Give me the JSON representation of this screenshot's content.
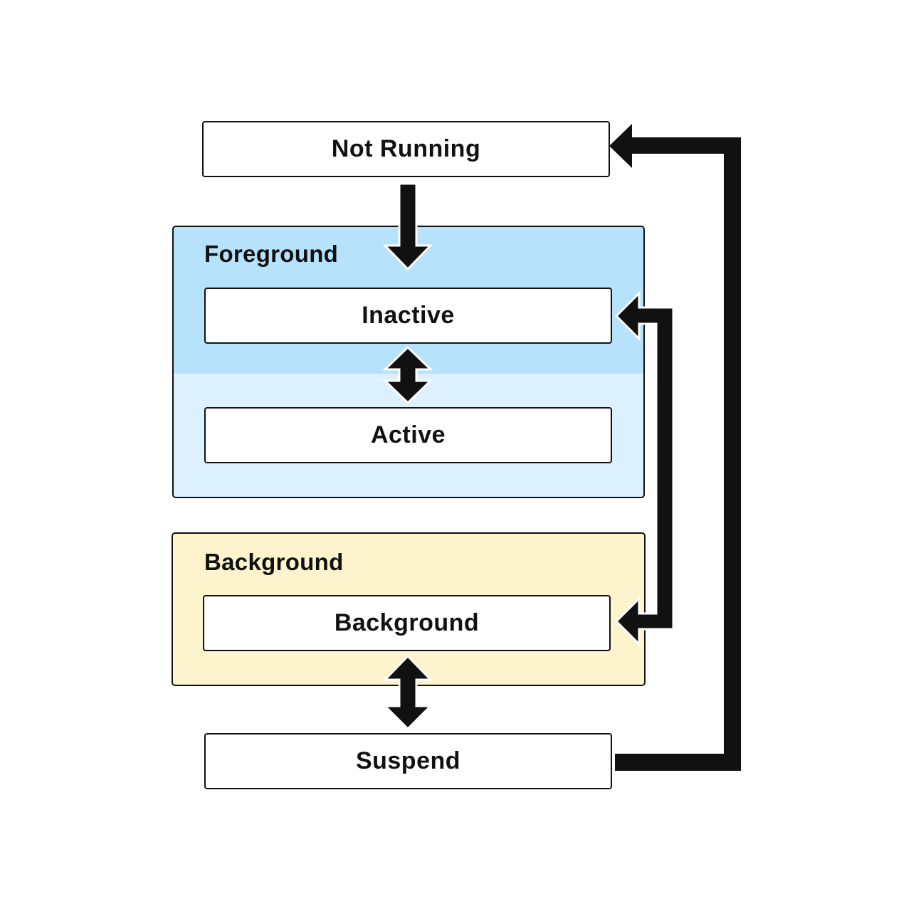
{
  "groups": {
    "foreground": {
      "title": "Foreground",
      "color_top": "#b6e2fb",
      "color_bottom": "#dcf1fd"
    },
    "background": {
      "title": "Background",
      "color": "#fdf3cc"
    }
  },
  "states": {
    "not_running": "Not Running",
    "inactive": "Inactive",
    "active": "Active",
    "background": "Background",
    "suspend": "Suspend"
  },
  "transitions": [
    {
      "from": "Not Running",
      "to": "Inactive",
      "direction": "one-way"
    },
    {
      "from": "Inactive",
      "to": "Active",
      "direction": "two-way"
    },
    {
      "from": "Inactive",
      "to": "Background",
      "direction": "two-way"
    },
    {
      "from": "Background",
      "to": "Suspend",
      "direction": "two-way"
    },
    {
      "from": "Suspend",
      "to": "Not Running",
      "direction": "one-way"
    }
  ],
  "colors": {
    "arrow": "#111111",
    "box_fill": "#ffffff",
    "border": "#111111"
  }
}
